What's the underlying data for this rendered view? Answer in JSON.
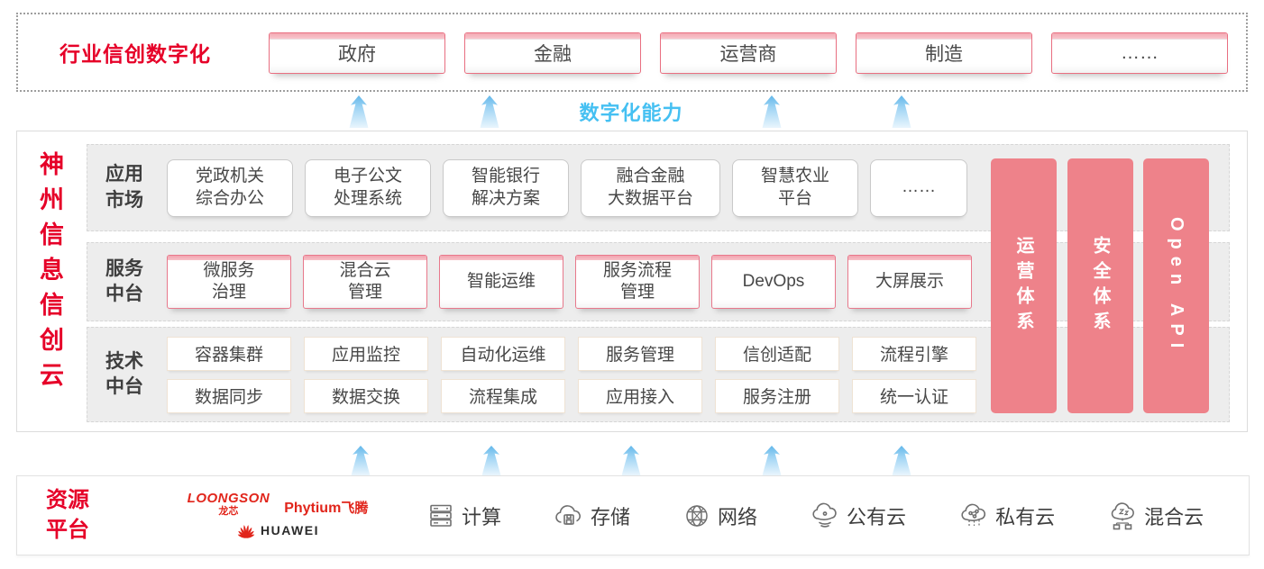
{
  "colors": {
    "brand_red": "#e60028",
    "logo_red": "#e1251b",
    "pillar_pink": "#ee828a",
    "box_border_pink": "#e8798c",
    "capability_blue": "#45c0f2",
    "strip_grey": "#ededed"
  },
  "top_banner": {
    "label": "行业信创数字化",
    "industries": [
      "政府",
      "金融",
      "运营商",
      "制造",
      "……"
    ]
  },
  "capability_label": "数字化能力",
  "platform": {
    "vertical_title": "神州信息信创云",
    "app_market": {
      "label": "应用\n市场",
      "items": [
        "党政机关\n综合办公",
        "电子公文\n处理系统",
        "智能银行\n解决方案",
        "融合金融\n大数据平台",
        "智慧农业\n平台",
        "……"
      ]
    },
    "service_middle": {
      "label": "服务\n中台",
      "items": [
        "微服务\n治理",
        "混合云\n管理",
        "智能运维",
        "服务流程\n管理",
        "DevOps",
        "大屏展示"
      ]
    },
    "tech_middle": {
      "label": "技术\n中台",
      "row1": [
        "容器集群",
        "应用监控",
        "自动化运维",
        "服务管理",
        "信创适配",
        "流程引擎"
      ],
      "row2": [
        "数据同步",
        "数据交换",
        "流程集成",
        "应用接入",
        "服务注册",
        "统一认证"
      ]
    },
    "pillars": [
      "运营体系",
      "安全体系",
      "Open API"
    ]
  },
  "resource_platform": {
    "label": "资源\n平台",
    "vendors": {
      "loongson": "LOONGSON",
      "loongson_cn": "龙芯",
      "phytium": "Phytium",
      "phytium_cn": "飞腾",
      "huawei": "HUAWEI"
    },
    "resources": [
      {
        "icon": "server-icon",
        "label": "计算"
      },
      {
        "icon": "storage-cloud-icon",
        "label": "存储"
      },
      {
        "icon": "network-globe-icon",
        "label": "网络"
      },
      {
        "icon": "public-cloud-icon",
        "label": "公有云"
      },
      {
        "icon": "private-cloud-icon",
        "label": "私有云"
      },
      {
        "icon": "hybrid-cloud-icon",
        "label": "混合云"
      }
    ]
  }
}
